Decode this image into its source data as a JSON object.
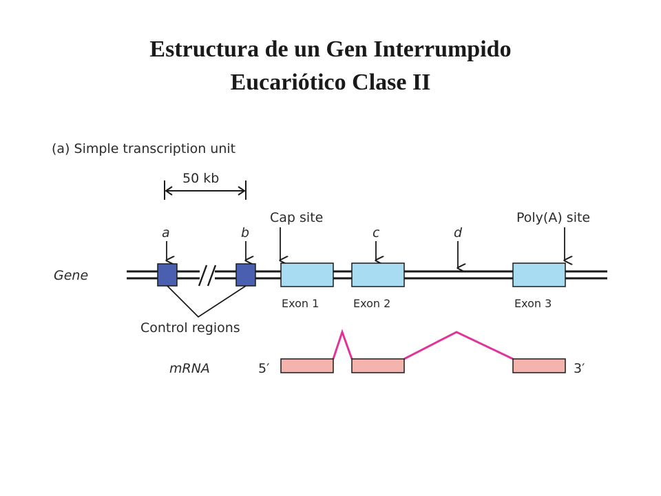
{
  "title": {
    "line1": "Estructura de un Gen Interrumpido",
    "line2": "Eucariótico Clase II"
  },
  "diagram": {
    "panel_label": "(a)  Simple transcription unit",
    "scale_label": "50 kb",
    "gene_label": "Gene",
    "mrna_label": "mRNA",
    "site_labels": {
      "a": "a",
      "b": "b",
      "cap": "Cap site",
      "c": "c",
      "d": "d",
      "polya": "Poly(A) site"
    },
    "exons": [
      "Exon 1",
      "Exon 2",
      "Exon 3"
    ],
    "control_regions_label": "Control regions",
    "five_prime": "5′",
    "three_prime": "3′",
    "colors": {
      "control_region": "#4a5fb0",
      "exon": "#a8dcf3",
      "mrna_exon": "#f5b3ad",
      "splice_line": "#e0349a",
      "line": "#1a1a1a"
    }
  }
}
